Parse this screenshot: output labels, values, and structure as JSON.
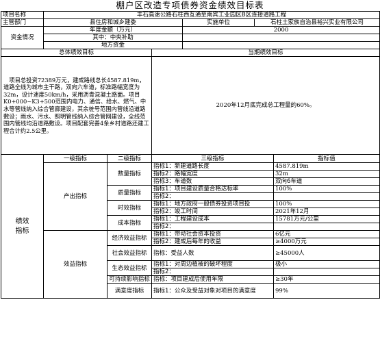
{
  "title": "棚户区改造专项债券资金绩效目标表",
  "project": {
    "label": "项目名称",
    "value": "丰石高速公路石柱西互通至南宾工业园区B区连接道路工程"
  },
  "dept": {
    "label": "主管部门",
    "value": "县住房和城乡建委",
    "unit_label": "实施单位",
    "unit_value": "石柱土家族自治县裕兴实业有限公司"
  },
  "funds": {
    "label": "资金情况",
    "annual_label": "年度金额（万元）",
    "annual_value": "2000",
    "central_label": "其中：中央补助",
    "central_value": "",
    "local_label": "地方资金",
    "local_value": ""
  },
  "goals": {
    "total_header": "总体绩效目标",
    "current_header": "当期绩效目标",
    "total_text": "　项目总投资72389万元，建成路线总长4587.819m，道路全线为城市主干路，双向六车道，标准路幅宽度为32m，设计速度50km/h，采用沥青混凝土路面。项目K0+000~K3+500范围内电力、通信、给水、燃气、中水等管线纳入综合管廊建设，其余桩号范围内管线沿道路敷设；雨水、污水、照明管线纳入综合管网建设，全线范围内管线均沿道路敷设。项目配套完善4条乡村道路还建工程合计约2.5公里。",
    "current_text": "2020年12月底完成总工程量的60%。"
  },
  "indicators": {
    "side_label": "绩效指标",
    "headers": {
      "l1": "一级指标",
      "l2": "二级指标",
      "l3": "三级指标",
      "val": "指标值"
    },
    "output_label": "产出指标",
    "effect_label": "效益指标",
    "quantity": "数量指标",
    "quality": "质量指标",
    "timeliness": "时效指标",
    "cost": "成本指标",
    "economic": "经济效益指标",
    "social": "社会效益指标",
    "ecological": "生态效益指标",
    "sustainable": "可持续影响指标",
    "satisfaction": "满意度指标",
    "rows": [
      {
        "name": "指标1：新建道路长度",
        "value": "4587.819m"
      },
      {
        "name": "指标2：路幅宽度",
        "value": "32m"
      },
      {
        "name": "指标3：车道数",
        "value": "双向6车道"
      },
      {
        "name": "指标1：项目建设质量合格达标率",
        "value": "100%"
      },
      {
        "name": "指标2：",
        "value": ""
      },
      {
        "name": "指标1：地方政府一般债券投资项目投",
        "value": "100%"
      },
      {
        "name": "指标2：竣工时间",
        "value": "2021年12月"
      },
      {
        "name": "指标1：工程建设成本",
        "value": "15781万元/公里"
      },
      {
        "name": "指标2：",
        "value": ""
      },
      {
        "name": "指标1：带动社会资本投资",
        "value": "6亿元"
      },
      {
        "name": "指标2：建成后每年的收益",
        "value": "≥4000万元"
      },
      {
        "name": "指标：受益人数",
        "value": "≥45000人"
      },
      {
        "name": "指标1：对周边植被的破坏程度",
        "value": "极小"
      },
      {
        "name": "指标2：",
        "value": ""
      },
      {
        "name": "指标：项目建成后使用年限",
        "value": "≥30年"
      },
      {
        "name": "指标1：公众及受益对象对项目的满意度",
        "value": "99%"
      }
    ]
  }
}
